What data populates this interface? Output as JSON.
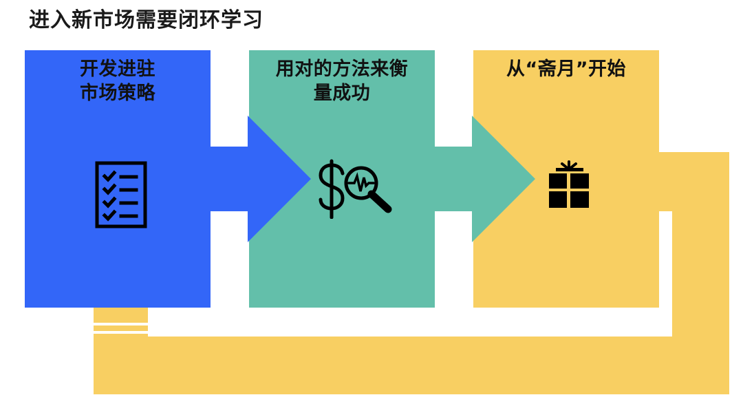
{
  "title": "进入新市场需要闭环学习",
  "colors": {
    "blue": "#3366f8",
    "green": "#63bfaa",
    "yellow": "#f8cf62",
    "text": "#111111"
  },
  "steps": [
    {
      "label_line1": "开发进驻",
      "label_line2": "市场策略",
      "icon": "checklist-icon",
      "color": "#3366f8"
    },
    {
      "label_line1": "用对的方法来衡",
      "label_line2": "量成功",
      "icon": "dollar-magnifier-icon",
      "color": "#63bfaa"
    },
    {
      "label_line1": "从“斋月”开始",
      "label_line2": "",
      "icon": "gift-icon",
      "color": "#f8cf62"
    }
  ]
}
